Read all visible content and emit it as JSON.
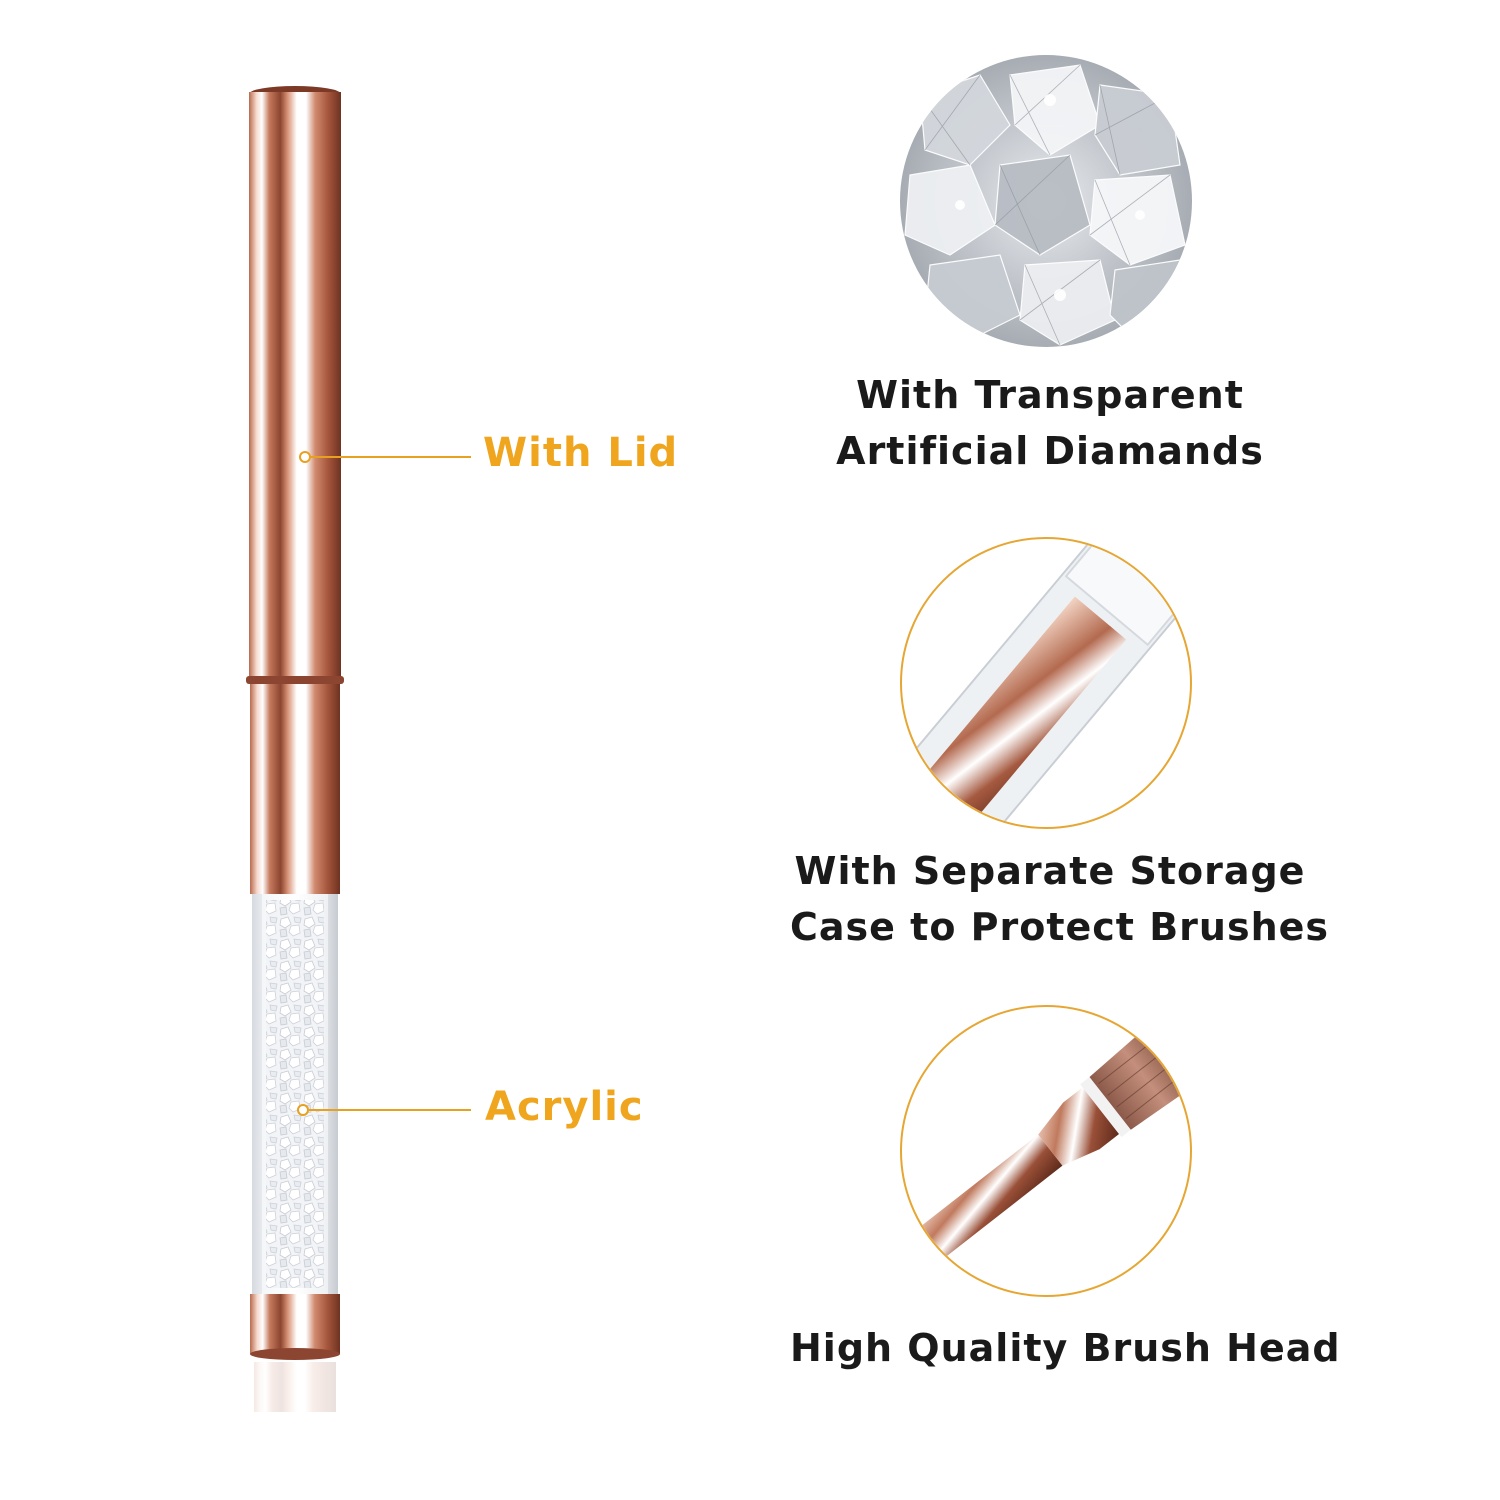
{
  "accent_color": "#f0a51e",
  "callouts": [
    {
      "label": "With Lid"
    },
    {
      "label": "Acrylic"
    }
  ],
  "features": [
    {
      "image": "transparent-diamonds",
      "caption_lines": [
        "With Transparent",
        "Artificial Diamands"
      ]
    },
    {
      "image": "storage-case",
      "caption_lines": [
        "With Separate Storage",
        "Case to Protect Brushes"
      ]
    },
    {
      "image": "brush-head",
      "caption_lines": [
        "High Quality Brush Head"
      ]
    }
  ]
}
